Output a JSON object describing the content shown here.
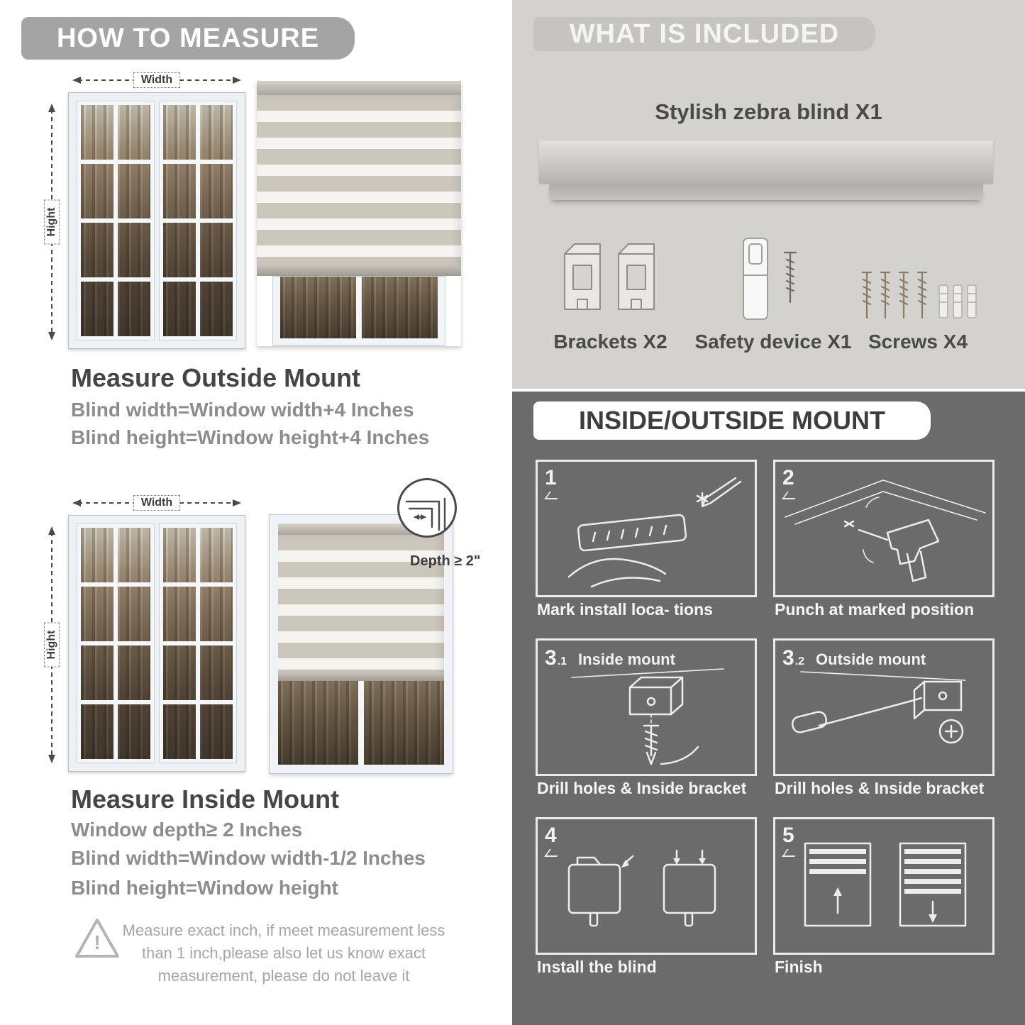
{
  "theme": {
    "banner_gray": "#a4a4a4",
    "light_section_bg": "#d4d2cf",
    "dark_section_bg": "#6b6b6b",
    "heading_color": "#454545",
    "body_gray": "#8d8d8d",
    "zebra_stripe": "#ccc7bd"
  },
  "left": {
    "banner": "HOW TO MEASURE",
    "outside": {
      "width_label": "Width",
      "height_label": "Hight",
      "heading": "Measure Outside Mount",
      "line1": "Blind width=Window width+4 Inches",
      "line2": "Blind height=Window height+4 Inches"
    },
    "inside": {
      "width_label": "Width",
      "height_label": "Hight",
      "depth_label": "Depth ≥ 2\"",
      "heading": "Measure Inside Mount",
      "line1": "Window depth≥ 2 Inches",
      "line2": "Blind width=Window width-1/2 Inches",
      "line3": "Blind height=Window height"
    },
    "warning_mark": "!",
    "note": "Measure exact inch, if meet measurement less than 1 inch,please also let us know exact measurement, please do not leave it"
  },
  "included": {
    "banner": "WHAT IS INCLUDED",
    "product_title": "Stylish zebra blind X1",
    "items": [
      {
        "label": "Brackets X2"
      },
      {
        "label": "Safety device X1"
      },
      {
        "label": "Screws X4"
      }
    ]
  },
  "mount": {
    "banner": "INSIDE/OUTSIDE MOUNT",
    "steps": [
      {
        "num": "1",
        "caption": "Mark install loca- tions"
      },
      {
        "num": "2",
        "caption": "Punch at  marked position"
      },
      {
        "num": "3",
        "sub": ".1",
        "title": "Inside mount",
        "caption": "Drill holes &  Inside bracket"
      },
      {
        "num": "3",
        "sub": ".2",
        "title": "Outside mount",
        "caption": "Drill holes &  Inside bracket"
      },
      {
        "num": "4",
        "caption": "Install the blind"
      },
      {
        "num": "5",
        "caption": "Finish"
      }
    ]
  }
}
